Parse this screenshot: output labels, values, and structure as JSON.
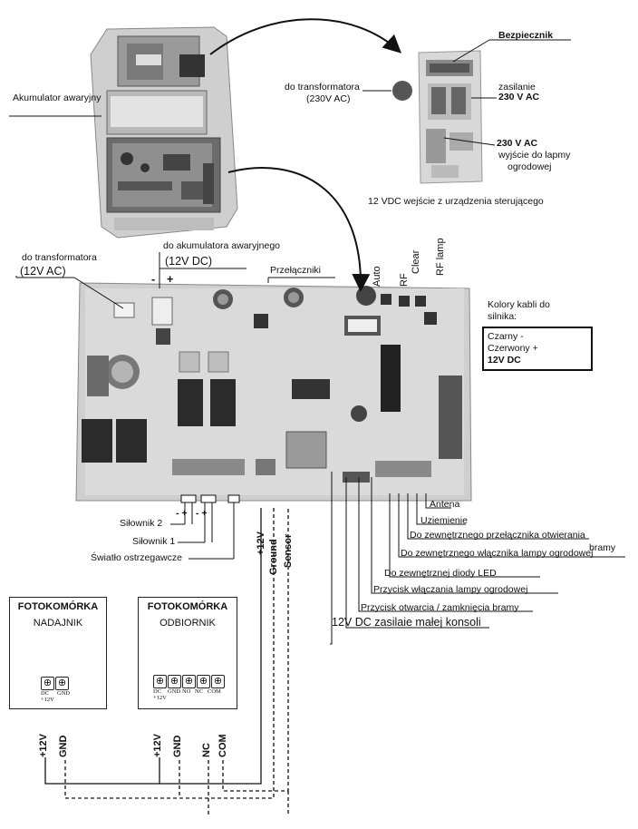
{
  "enclosure": {
    "battery_label": "Akumulator awaryjny"
  },
  "fuse_board": {
    "fuse": "Bezpiecznik",
    "transformer_line1": "do transformatora",
    "transformer_line2": "(230V AC)",
    "power_line1": "zasilanie",
    "power_line2": "230 V AC",
    "lamp_line1": "230 V AC",
    "lamp_line2": "wyjście do lapmy",
    "lamp_line3": "ogrodowej",
    "dc_input": "12 VDC wejście z urządzenia sterującego"
  },
  "main_board": {
    "transformer_line1": "do transformatora",
    "transformer_line2": "(12V AC)",
    "battery_line1": "do akumulatora awaryjnego",
    "battery_line2": "(12V DC)",
    "minus": "-",
    "plus": "+",
    "switches": "Przełączniki",
    "buttons": [
      "Auto",
      "RF",
      "Clear",
      "RF lamp"
    ]
  },
  "motor_colors": {
    "title_line1": "Kolory kabli do",
    "title_line2": "silnika:",
    "line1": "Czarny -",
    "line2": "Czerwony +",
    "line3": "12V DC"
  },
  "left_terminals": {
    "motor2": "Siłownik 2",
    "motor1": "Siłownik 1",
    "warning_light": "Światło ostrzegawcze",
    "pm1": "- +",
    "pm2": "- +"
  },
  "vertical_terminals": [
    "+12V",
    "Ground",
    "Sensor"
  ],
  "right_terminals": [
    "Antena",
    "Uziemienie",
    "Do zewnętrznego przełącznika otwierania",
    "bramy",
    "Do zewnętrznego włącznika lampy ogrodowej",
    "Do zewnętrznej diody LED",
    "Przycisk włączania lampy ogrodowej",
    "Przycisk otwarcia / zamknięcia bramy",
    "12V DC zasilaie małej konsoli"
  ],
  "photocell_tx": {
    "title": "FOTOKOMÓRKA",
    "subtitle": "NADAJNIK",
    "t1": "DC",
    "t1b": "+12V",
    "t2": "GND",
    "wires": [
      "+12V",
      "GND"
    ]
  },
  "photocell_rx": {
    "title": "FOTOKOMÓRKA",
    "subtitle": "ODBIORNIK",
    "t1": "DC",
    "t1b": "+12V",
    "t2": "GND",
    "t3": "NO",
    "t4": "NC",
    "t5": "COM",
    "wires": [
      "+12V",
      "GND",
      "NC",
      "COM"
    ]
  }
}
